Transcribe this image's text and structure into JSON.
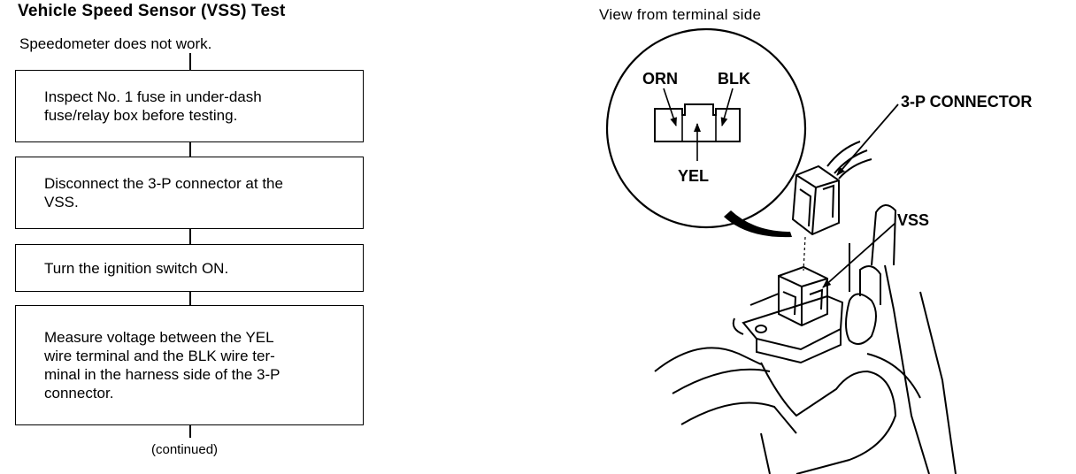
{
  "title": "Vehicle Speed Sensor (VSS) Test",
  "flowchart": {
    "start": "Speedometer does not work.",
    "steps": [
      "Inspect No. 1 fuse in under-dash\nfuse/relay box before testing.",
      "Disconnect the 3-P connector at the\nVSS.",
      "Turn the ignition switch ON.",
      "Measure voltage between the YEL\nwire terminal and the BLK wire ter-\nminal in the harness side of the 3-P\nconnector."
    ],
    "continued": "(continued)"
  },
  "diagram": {
    "view_label": "View from terminal side",
    "wire_orn": "ORN",
    "wire_blk": "BLK",
    "wire_yel": "YEL",
    "connector_label": "3-P CONNECTOR",
    "sensor_label": "VSS"
  }
}
